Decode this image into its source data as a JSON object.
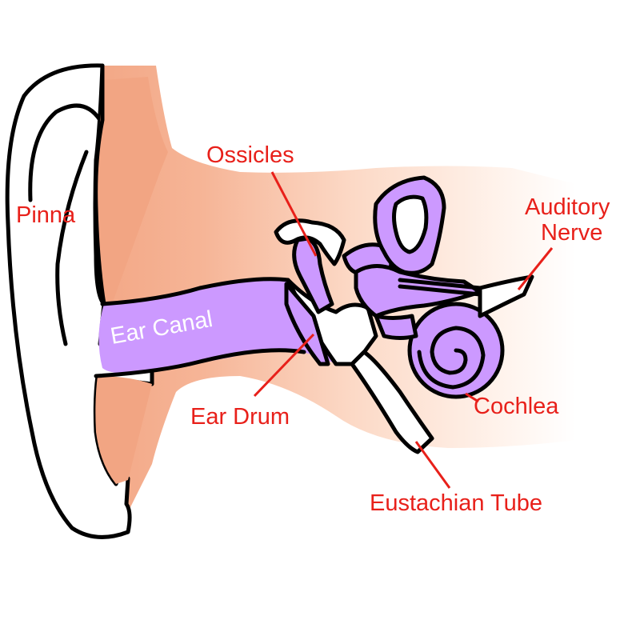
{
  "diagram": {
    "labels": {
      "pinna": "Pinna",
      "ossicles": "Ossicles",
      "auditory_nerve_line1": "Auditory",
      "auditory_nerve_line2": "Nerve",
      "ear_canal": "Ear Canal",
      "ear_drum": "Ear Drum",
      "cochlea": "Cochlea",
      "eustachian_tube": "Eustachian Tube"
    },
    "colors": {
      "label": "#e8201a",
      "skin": "#f2a583",
      "inner_ear": "#cc99ff",
      "outline": "#000000",
      "background": "#ffffff"
    }
  }
}
